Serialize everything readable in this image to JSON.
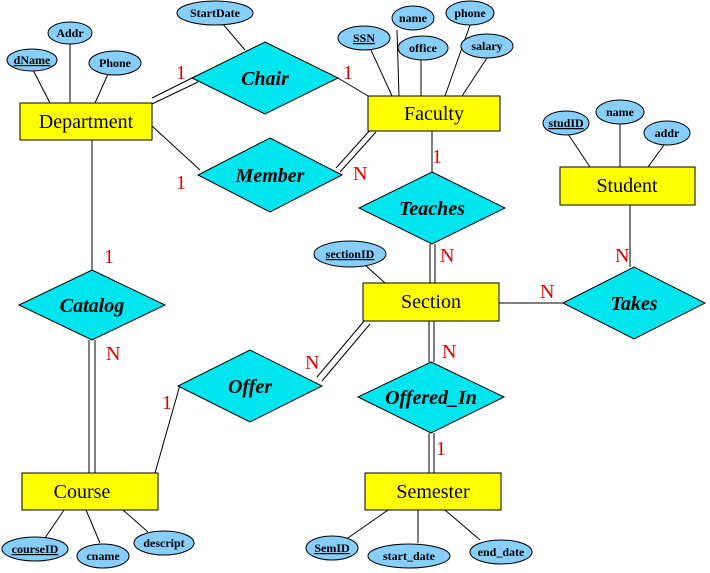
{
  "entities": {
    "department": "Department",
    "faculty": "Faculty",
    "student": "Student",
    "section": "Section",
    "course": "Course",
    "semester": "Semester"
  },
  "relationships": {
    "chair": "Chair",
    "member": "Member",
    "teaches": "Teaches",
    "catalog": "Catalog",
    "takes": "Takes",
    "offer": "Offer",
    "offered_in": "Offered_In"
  },
  "attributes": {
    "dname": "dName",
    "addr_dept": "Addr",
    "phone_dept": "Phone",
    "startdate": "StartDate",
    "ssn": "SSN",
    "name_fac": "name",
    "office": "office",
    "phone_fac": "phone",
    "salary": "salary",
    "studid": "studID",
    "name_stud": "name",
    "addr_stud": "addr",
    "sectionid": "sectionID",
    "courseid": "courseID",
    "cname": "cname",
    "descript": "descript",
    "semid": "SemID",
    "start_date": "start_date",
    "end_date": "end_date"
  },
  "cardinalities": {
    "dept_chair": "1",
    "chair_fac": "1",
    "dept_member": "1",
    "member_fac": "N",
    "fac_teaches": "1",
    "teaches_sec": "N",
    "dept_catalog": "1",
    "catalog_course": "N",
    "stud_takes": "N",
    "takes_sec": "N",
    "sec_offer": "N",
    "offer_course": "1",
    "sec_offeredin": "N",
    "offeredin_sem": "1"
  },
  "colors": {
    "entity_fill": "#ffff00",
    "relationship_fill": "#00e5ee",
    "attribute_fill": "#87cefa",
    "cardinality": "#dd0000"
  }
}
